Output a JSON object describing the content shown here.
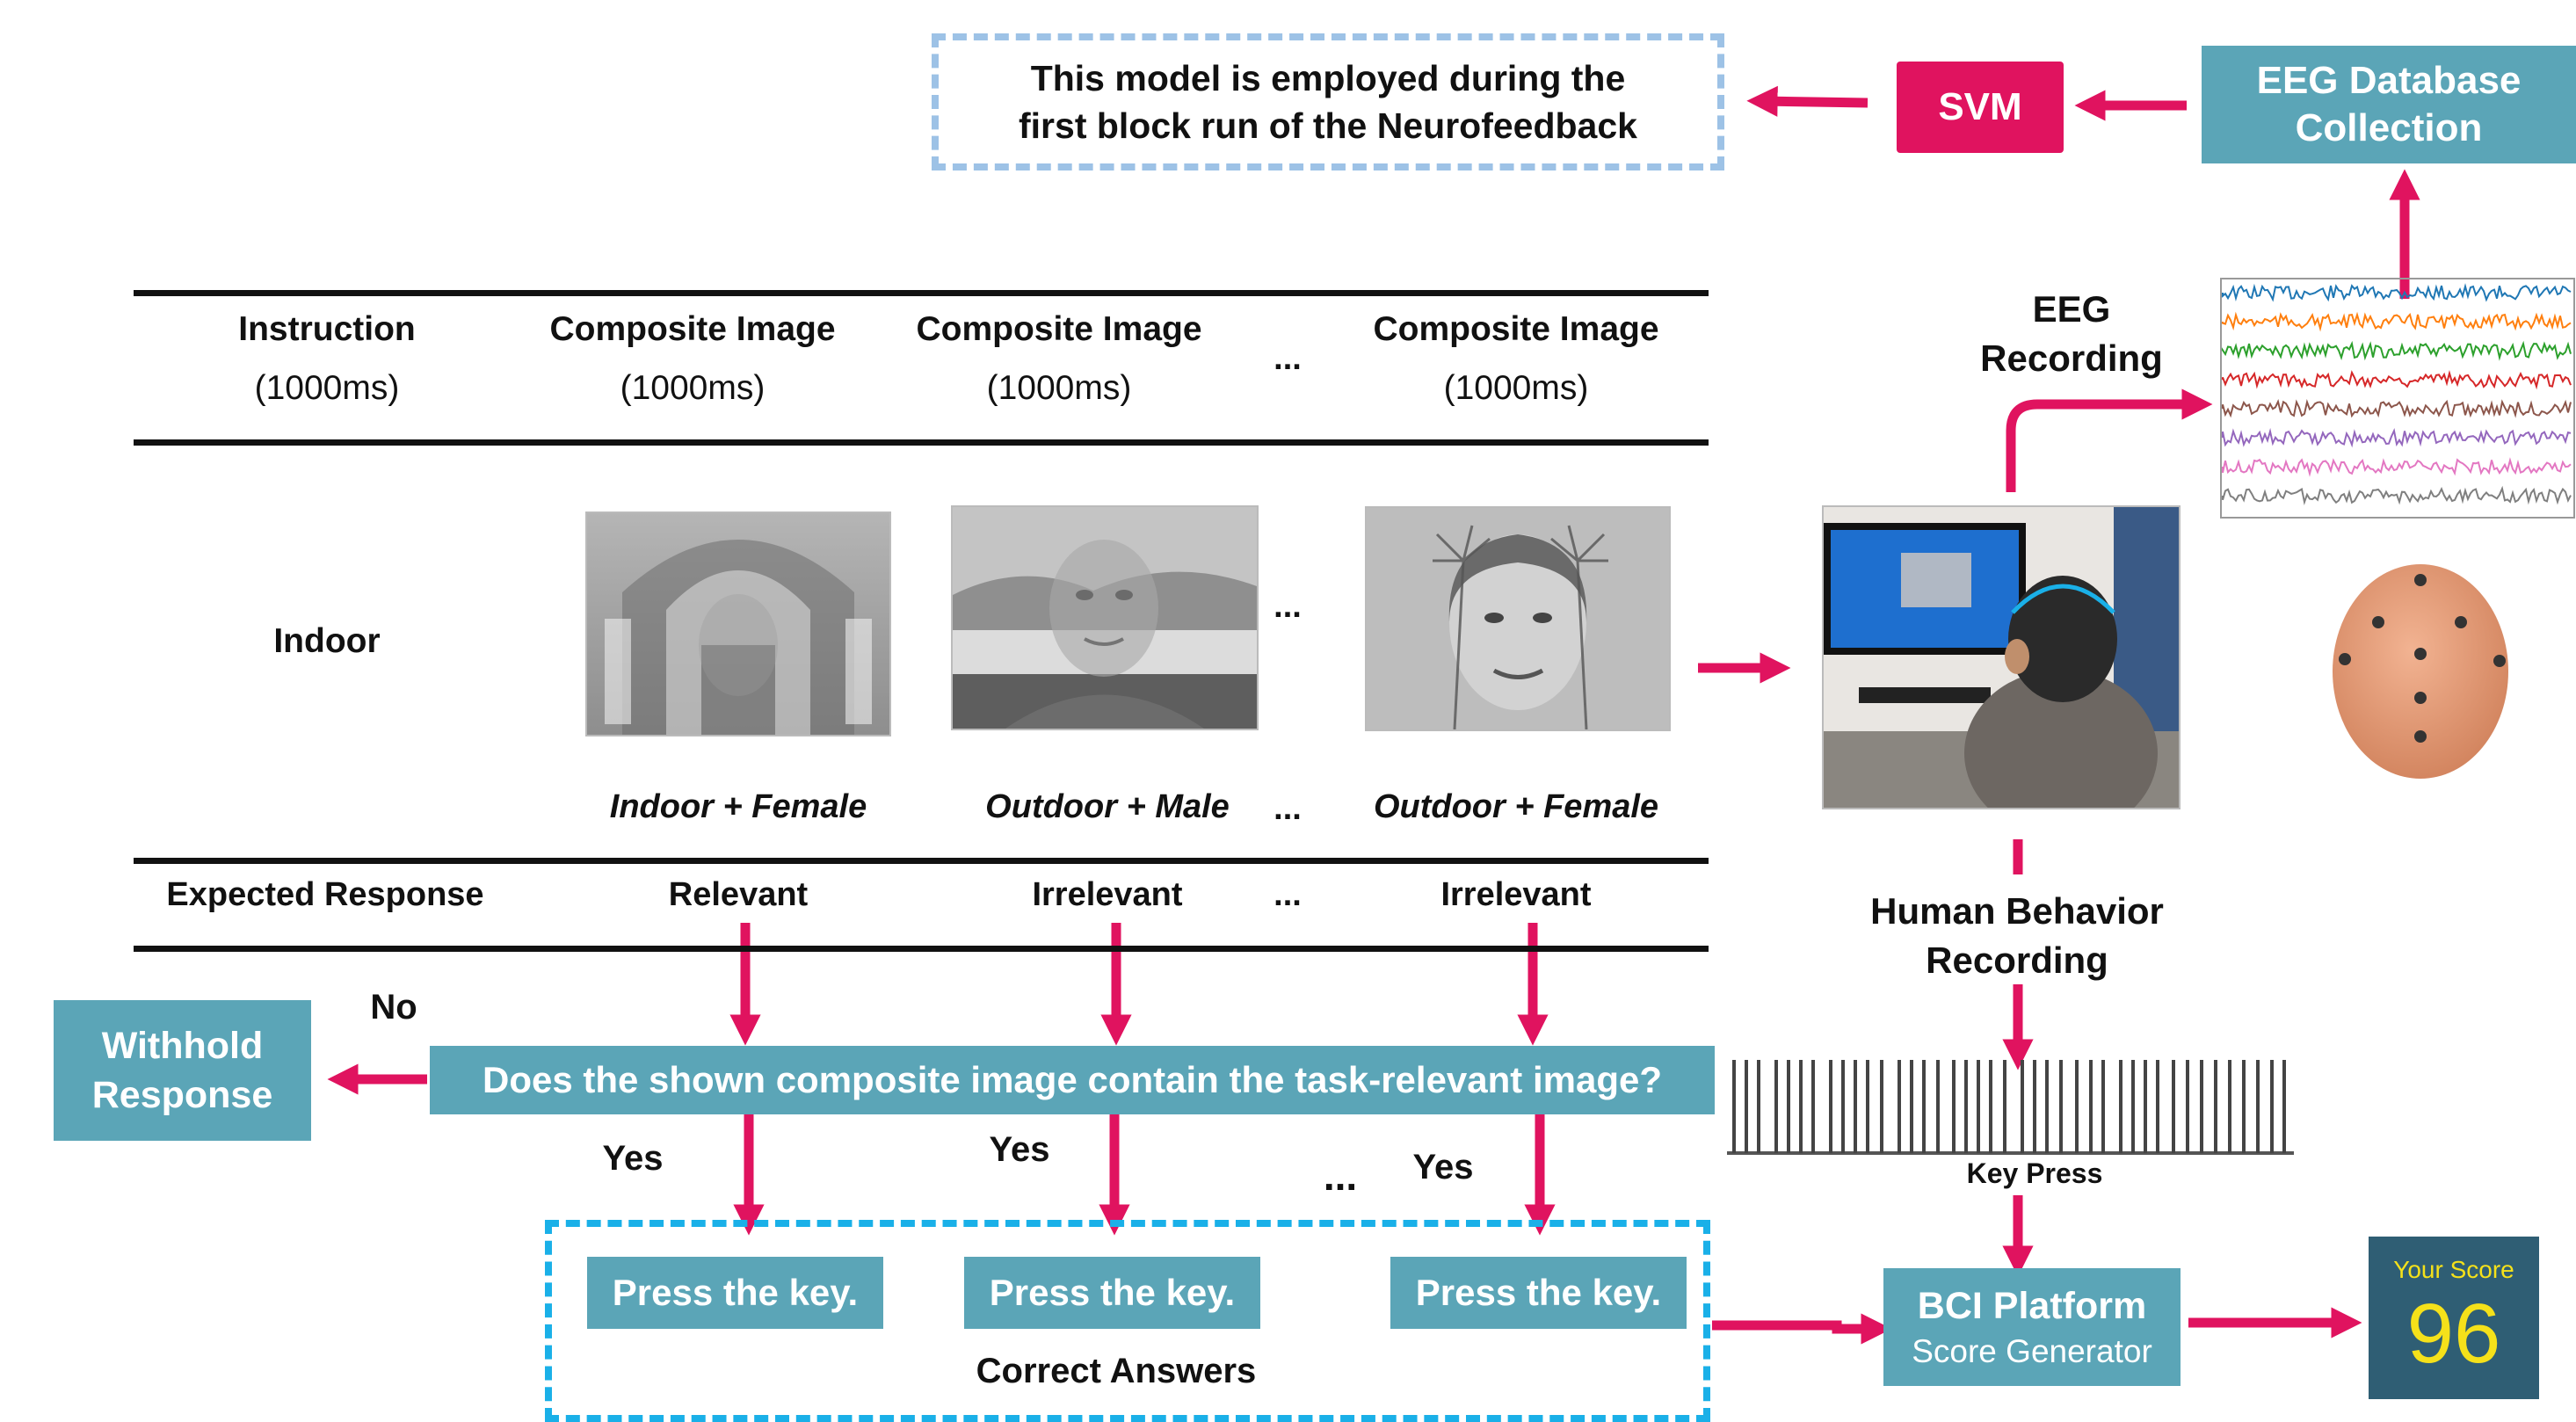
{
  "top": {
    "model_note_line1": "This model is employed during the",
    "model_note_line2": "first block run of the Neurofeedback",
    "svm": "SVM",
    "eeg_db_line1": "EEG Database",
    "eeg_db_line2": "Collection"
  },
  "table": {
    "headers": [
      {
        "title": "Instruction",
        "duration": "(1000ms)"
      },
      {
        "title": "Composite Image",
        "duration": "(1000ms)"
      },
      {
        "title": "Composite Image",
        "duration": "(1000ms)"
      },
      {
        "title": "Composite Image",
        "duration": "(1000ms)"
      }
    ],
    "ellipsis": "...",
    "instruction": "Indoor",
    "captions": [
      "Indoor + Female",
      "Outdoor + Male",
      "Outdoor + Female"
    ],
    "expected_response_label": "Expected Response",
    "responses": [
      "Relevant",
      "Irrelevant",
      "Irrelevant"
    ]
  },
  "flow": {
    "question": "Does the shown composite image contain the task-relevant image?",
    "no": "No",
    "withhold_line1": "Withhold",
    "withhold_line2": "Response",
    "yes": [
      "Yes",
      "Yes",
      "Yes"
    ],
    "ellipsis": "...",
    "press_key": [
      "Press the key.",
      "Press the key.",
      "Press the key."
    ],
    "correct_answers": "Correct Answers"
  },
  "right": {
    "eeg_recording_line1": "EEG",
    "eeg_recording_line2": "Recording",
    "human_behavior_line1": "Human Behavior",
    "human_behavior_line2": "Recording",
    "key_press": "Key Press",
    "bci_title": "BCI Platform",
    "bci_subtitle": "Score Generator",
    "score_label": "Your Score",
    "score_value": "96"
  },
  "colors": {
    "arrow": "#e0135f",
    "teal": "#5ba5b7",
    "svm": "#e0135f",
    "score_bg": "#2f5e74",
    "score_text": "#f5e11a",
    "eeg_channels": [
      "#1f77b4",
      "#ff7f0e",
      "#2ca02c",
      "#d62728",
      "#8c564b",
      "#9467bd",
      "#e377c2",
      "#7f7f7f"
    ]
  }
}
